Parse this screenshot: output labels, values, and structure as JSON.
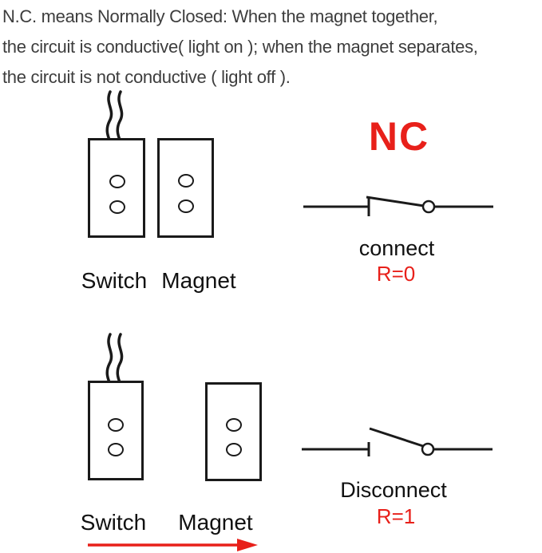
{
  "colors": {
    "red": "#e8201a",
    "ink": "#1a1a1a",
    "text": "#3d3d3d"
  },
  "header": {
    "lines": [
      "N.C. means Normally Closed: When the magnet together,",
      "the circuit is conductive( light on ); when the magnet separates,",
      "the circuit is not conductive ( light off )."
    ]
  },
  "top_diagram": {
    "switch_label": "Switch",
    "magnet_label": "Magnet",
    "symbol_title": "NC",
    "state_label": "connect",
    "resistance_label": "R=0"
  },
  "bottom_diagram": {
    "switch_label": "Switch",
    "magnet_label": "Magnet",
    "state_label": "Disconnect",
    "resistance_label": "R=1"
  }
}
